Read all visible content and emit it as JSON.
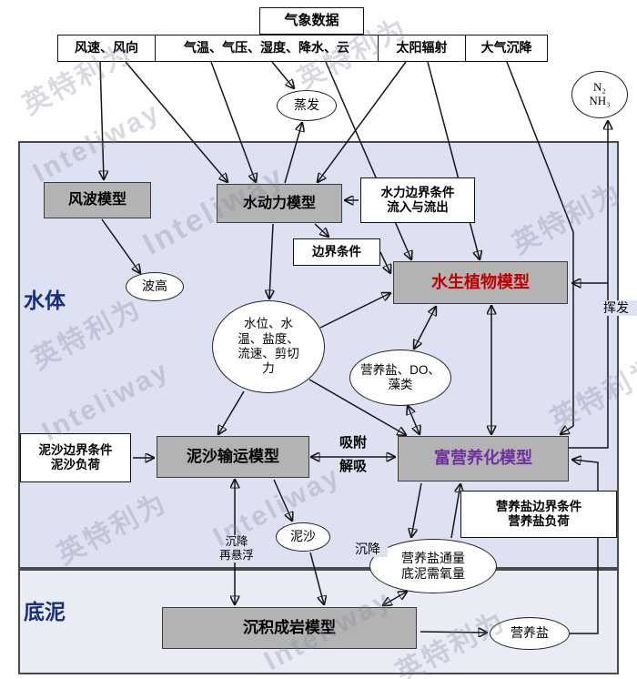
{
  "watermark": {
    "latin": "Inteliway",
    "cjk": "英特利为"
  },
  "meteo": {
    "title": "气象数据",
    "boxes": [
      "风速、风向",
      "气温、气压、湿度、降水、云",
      "太阳辐射",
      "大气沉降"
    ]
  },
  "nodes": {
    "wind_wave": "风波模型",
    "hydrodynamic": "水动力模型",
    "aquatic_plant": "水生植物模型",
    "sediment_transport": "泥沙输运模型",
    "eutrophication": "富营养化模型",
    "diagenesis": "沉积成岩模型"
  },
  "boundaries": {
    "hydraulic_l1": "水力边界条件",
    "hydraulic_l2": "流入与流出",
    "boundary": "边界条件",
    "sediment_l1": "泥沙边界条件",
    "sediment_l2": "泥沙负荷",
    "nutrient_l1": "营养盐边界条件",
    "nutrient_l2": "营养盐负荷"
  },
  "ellipses": {
    "evaporation": "蒸发",
    "gas_l1": "N₂",
    "gas_l2": "NH₃",
    "wave_height": "波高",
    "state_vars": "水位、水温、盐度、流速、剪切力",
    "nutrients_do_algae": "营养盐、DO、藻类",
    "sediment": "泥沙",
    "flux_l1": "营养盐通量",
    "flux_l2": "底泥需氧量",
    "nutrients": "营养盐"
  },
  "labels": {
    "water_body": "水体",
    "bottom_sediment": "底泥",
    "adsorption": "吸附",
    "desorption": "解吸",
    "settling": "沉降",
    "resuspension": "再悬浮",
    "settling2": "沉降",
    "volatilization": "挥发"
  },
  "colors": {
    "plant_text": "#c00000",
    "eutro_text": "#7030a0",
    "node_fill": "#b3b3b3",
    "water_bg": "#dde1f1",
    "bed_bg": "#e9ebf5"
  }
}
